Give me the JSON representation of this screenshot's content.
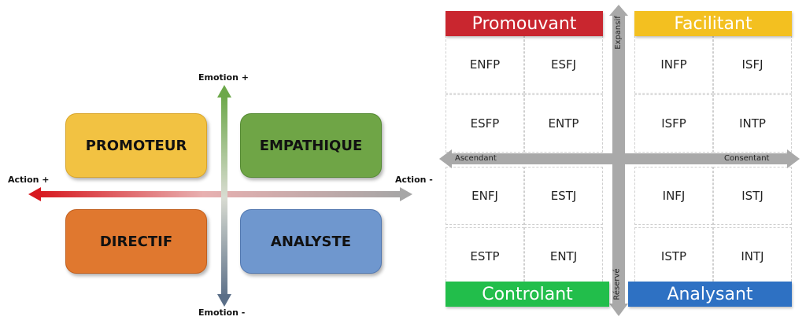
{
  "left": {
    "axis": {
      "top": "Emotion +",
      "bottom": "Emotion -",
      "left": "Action +",
      "right": "Action -"
    },
    "quadrants": {
      "top_left": {
        "label": "PROMOTEUR",
        "color": "#F2C242"
      },
      "top_right": {
        "label": "EMPATHIQUE",
        "color": "#6FA546"
      },
      "bottom_left": {
        "label": "DIRECTIF",
        "color": "#E0782F"
      },
      "bottom_right": {
        "label": "ANALYSTE",
        "color": "#6F97CE"
      }
    }
  },
  "right": {
    "banners": {
      "top_left": {
        "label": "Promouvant",
        "color": "#C9262F"
      },
      "top_right": {
        "label": "Facilitant",
        "color": "#F3C020"
      },
      "bottom_left": {
        "label": "Controlant",
        "color": "#22BE4B"
      },
      "bottom_right": {
        "label": "Analysant",
        "color": "#2E71C3"
      }
    },
    "axis": {
      "top": "Expansif",
      "bottom": "Réservé",
      "left": "Ascendant",
      "right": "Consentant"
    },
    "rows": [
      [
        "ENFP",
        "ESFJ",
        "INFP",
        "ISFJ"
      ],
      [
        "ESFP",
        "ENTP",
        "ISFP",
        "INTP"
      ],
      [
        "ENFJ",
        "ESTJ",
        "INFJ",
        "ISTJ"
      ],
      [
        "ESTP",
        "ENTJ",
        "ISTP",
        "INTJ"
      ]
    ]
  }
}
